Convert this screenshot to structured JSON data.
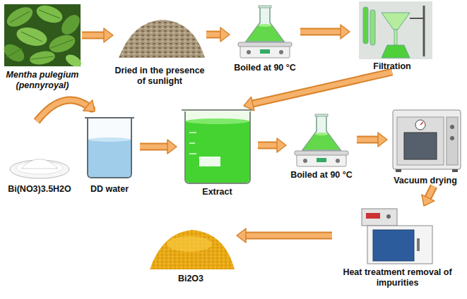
{
  "diagram": {
    "nodes": [
      {
        "text": [
          "Mentha pulegium (pennyroyal)"
        ]
      },
      {
        "text": [
          "Dried in the presence of sunlight"
        ]
      },
      {
        "text": [
          "Boiled at 90 °C"
        ]
      },
      {
        "text": [
          "Filtration"
        ]
      },
      {
        "text": [
          "Bi(NO3)3.5H2O"
        ]
      },
      {
        "text": [
          "DD water"
        ]
      },
      {
        "text": [
          "Extract"
        ]
      },
      {
        "text": [
          "Boiled at 90 °C"
        ]
      },
      {
        "text": [
          "Vacuum drying"
        ]
      },
      {
        "text": [
          "Heat treatment removal of impurities"
        ]
      },
      {
        "text": [
          "Bi2O3"
        ]
      }
    ],
    "edges": [
      {
        "from": 0,
        "to": 1,
        "arrow": "to"
      },
      {
        "from": 1,
        "to": 2,
        "arrow": "to"
      },
      {
        "from": 2,
        "to": 3,
        "arrow": "to"
      },
      {
        "from": 3,
        "to": 6,
        "arrow": "to"
      },
      {
        "from": 4,
        "to": 5,
        "arrow": "to"
      },
      {
        "from": 5,
        "to": 6,
        "arrow": "to"
      },
      {
        "from": 6,
        "to": 7,
        "arrow": "to"
      },
      {
        "from": 7,
        "to": 8,
        "arrow": "to"
      },
      {
        "from": 8,
        "to": 9,
        "arrow": "to"
      },
      {
        "from": 9,
        "to": 10,
        "arrow": "to"
      }
    ]
  }
}
